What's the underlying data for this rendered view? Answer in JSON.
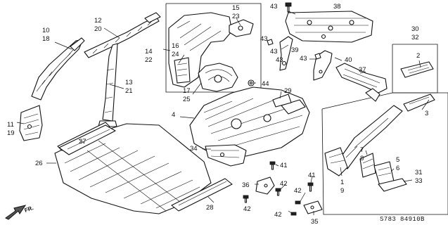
{
  "callouts": {
    "c10": "10",
    "c18": "18",
    "c12": "12",
    "c20": "20",
    "c11": "11",
    "c19": "19",
    "c13": "13",
    "c21": "21",
    "c14": "14",
    "c22": "22",
    "c16": "16",
    "c24": "24",
    "c15": "15",
    "c23": "23",
    "c17": "17",
    "c25": "25",
    "c43a": "43",
    "c38": "38",
    "c43b": "43",
    "c39": "39",
    "c43c": "43",
    "c43d": "43",
    "c43e": "43",
    "c40": "40",
    "c30": "30",
    "c32": "32",
    "c2": "2",
    "c3": "3",
    "c37": "37",
    "c44": "44",
    "c4": "4",
    "c29": "29",
    "c27": "27",
    "c26": "26",
    "c34": "34",
    "c41a": "41",
    "c28": "28",
    "c36": "36",
    "c42a": "42",
    "c42b": "42",
    "c42c": "42",
    "c42d": "42",
    "c41b": "41",
    "c35": "35",
    "c7": "7",
    "c8": "8",
    "c5": "5",
    "c6": "6",
    "c31": "31",
    "c33": "33",
    "c1": "1",
    "c9": "9"
  },
  "diagram_code": "S783 84910B",
  "direction_label": "FR."
}
